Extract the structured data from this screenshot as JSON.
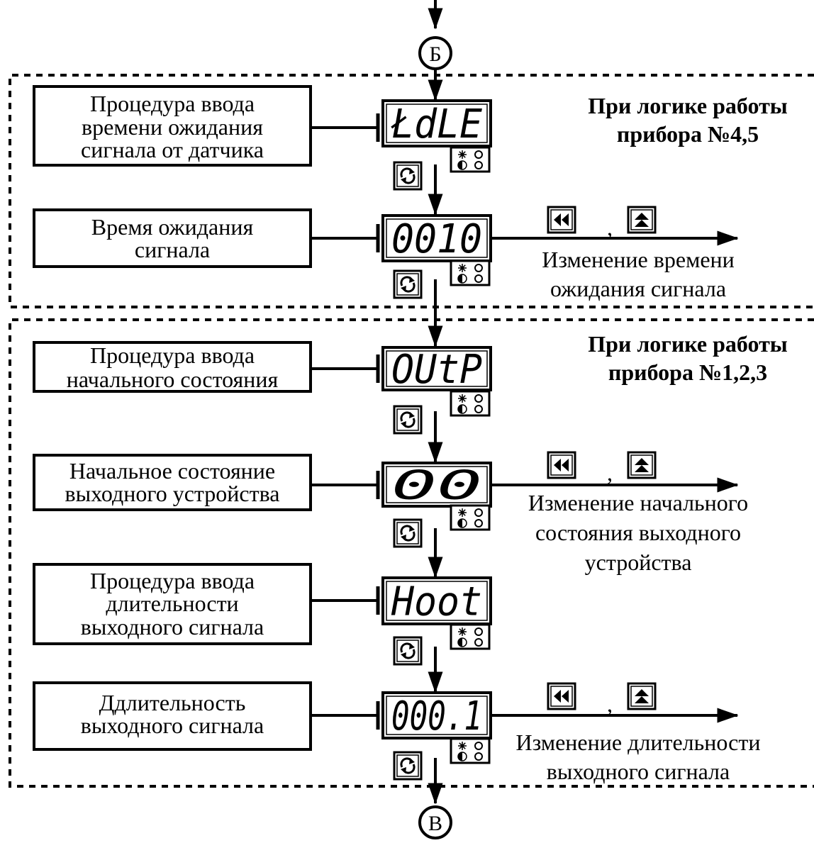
{
  "connectors": {
    "top": "Б",
    "bottom": "В"
  },
  "sections": [
    {
      "title_line1": "При логике работы",
      "title_line2": "прибора №4,5"
    },
    {
      "title_line1": "При логике работы",
      "title_line2": "прибора №1,2,3"
    }
  ],
  "steps": [
    {
      "label": [
        "Процедура ввода",
        "времени ожидания",
        "сигнала от датчика"
      ],
      "display": "ŁdLE",
      "adjustable": false
    },
    {
      "label": [
        "Время ожидания",
        "сигнала"
      ],
      "display": "0010",
      "adjustable": true,
      "change_note": [
        "Изменение времени",
        "ожидания сигнала"
      ]
    },
    {
      "label": [
        "Процедура ввода",
        "начального состояния"
      ],
      "display": "OUtP",
      "adjustable": false
    },
    {
      "label": [
        "Начальное состояние",
        "выходного устройства"
      ],
      "display": "00",
      "adjustable": true,
      "change_note": [
        "Изменение начального",
        "состояния выходного",
        "устройства"
      ]
    },
    {
      "label": [
        "Процедура ввода",
        "длительности",
        "выходного сигнала"
      ],
      "display": "Hoot",
      "adjustable": false
    },
    {
      "label": [
        "Ддлительность",
        "выходного   сигнала"
      ],
      "display": "000.1",
      "adjustable": true,
      "change_note": [
        "Изменение длительности",
        "выходного сигнала"
      ]
    }
  ],
  "key_separator": ",",
  "icons": {
    "cycle_key": "cycle-key-icon",
    "rewind_key": "double-left-arrow-key-icon",
    "up_key": "up-arrow-key-icon",
    "indicator": "indicator-leds-icon"
  }
}
